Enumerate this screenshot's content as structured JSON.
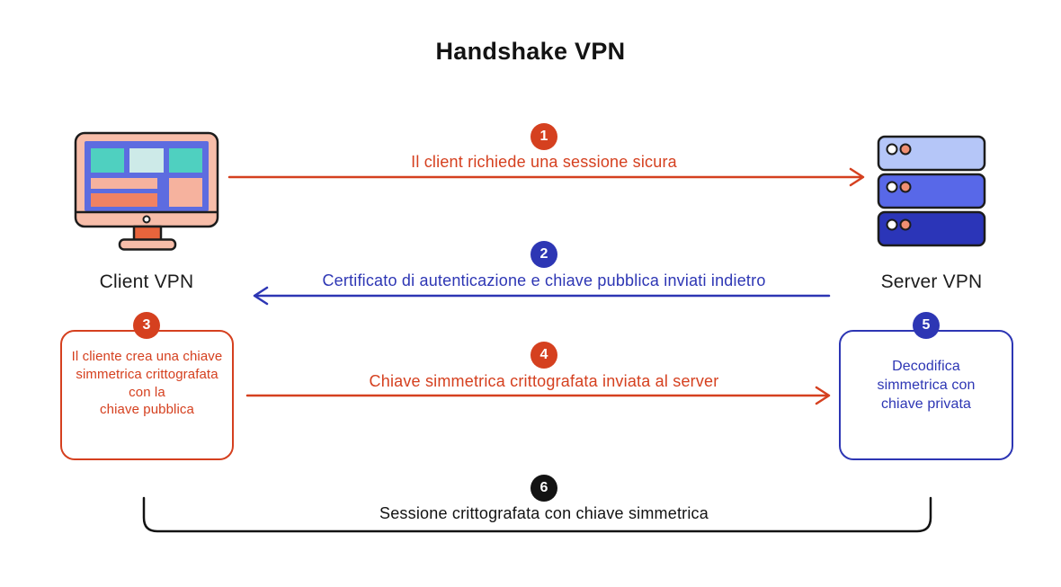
{
  "title": "Handshake VPN",
  "colors": {
    "orange_accent": "#d5401f",
    "blue_accent": "#2d36b4",
    "black": "#131313",
    "server_unit_light": "#b5c6f8",
    "server_unit_mid": "#5868e8",
    "server_unit_dark": "#2b35b8",
    "monitor_frame": "#f7bda9",
    "monitor_screen": "#5d6ce0",
    "monitor_teal": "#4fd0c0",
    "monitor_pale_teal": "#cdeae8",
    "monitor_salmon": "#f6b29e",
    "monitor_coral": "#f08263",
    "stand_orange": "#e8643c"
  },
  "nodes": {
    "client": {
      "label": "Client VPN",
      "icon": "desktop-computer-icon"
    },
    "server": {
      "label": "Server VPN",
      "icon": "server-rack-icon"
    }
  },
  "steps": {
    "s1": {
      "number": "1",
      "text": "Il client richiede una sessione sicura",
      "arrow": "client-to-server",
      "color": "#d5401f"
    },
    "s2": {
      "number": "2",
      "text": "Certificato di autenticazione e chiave pubblica inviati indietro",
      "arrow": "server-to-client",
      "color": "#2d36b4"
    },
    "s3": {
      "number": "3",
      "text": "Il cliente crea una chiave\nsimmetrica crittografata\ncon la\nchiave pubblica",
      "color": "#d5401f"
    },
    "s4": {
      "number": "4",
      "text": "Chiave simmetrica crittografata inviata al server",
      "arrow": "client-to-server",
      "color": "#d5401f"
    },
    "s5": {
      "number": "5",
      "text": "Decodifica\nsimmetrica con\nchiave privata",
      "color": "#2d36b4"
    },
    "s6": {
      "number": "6",
      "text": "Sessione crittografata con chiave simmetrica",
      "span": "session-bracket",
      "color": "#131313"
    }
  }
}
